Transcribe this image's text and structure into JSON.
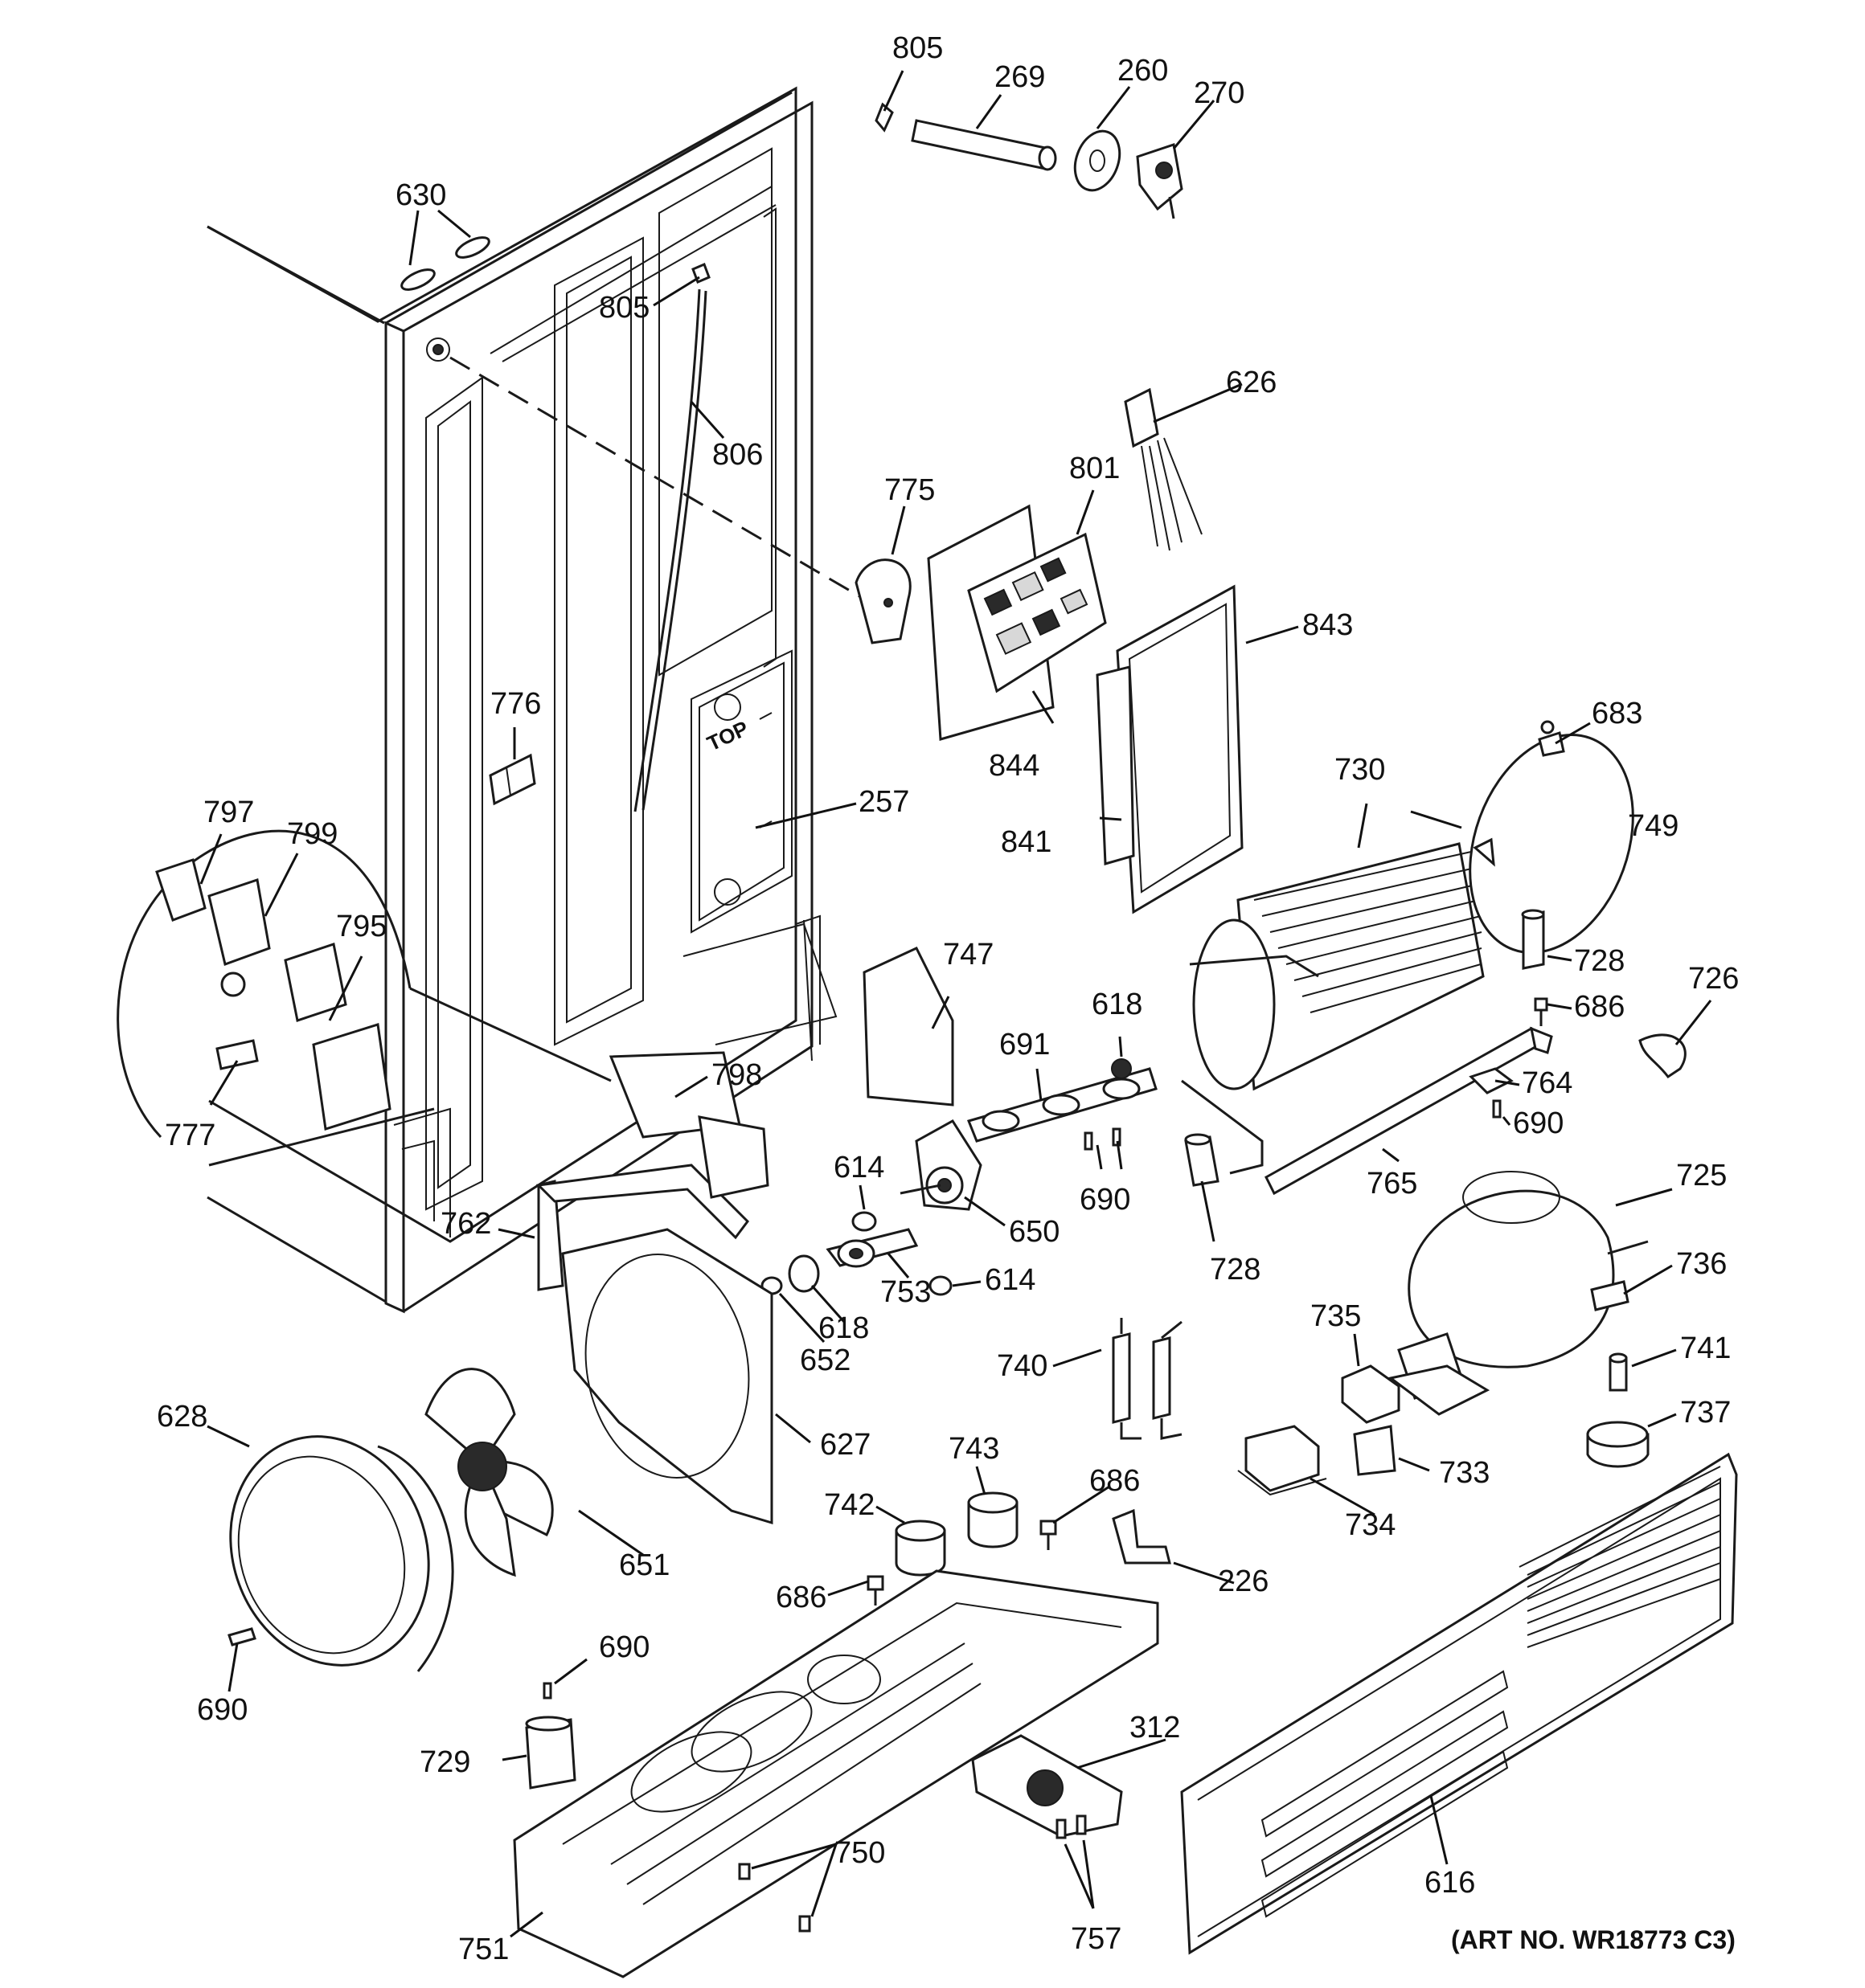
{
  "art_number": "(ART NO. WR18773 C3)",
  "callouts": {
    "c805a": "805",
    "c269": "269",
    "c260": "260",
    "c270": "270",
    "c630": "630",
    "c805b": "805",
    "c626": "626",
    "c806": "806",
    "c775": "775",
    "c801": "801",
    "c843": "843",
    "c776": "776",
    "c844": "844",
    "c683": "683",
    "c257": "257",
    "c730": "730",
    "c797": "797",
    "c799": "799",
    "c749": "749",
    "c841": "841",
    "c795": "795",
    "c747": "747",
    "c728a": "728",
    "c618a": "618",
    "c686a": "686",
    "c726": "726",
    "c691": "691",
    "c798": "798",
    "c764": "764",
    "c777": "777",
    "c690a": "690",
    "c614a": "614",
    "c690b": "690",
    "c765": "765",
    "c725": "725",
    "c762": "762",
    "c650": "650",
    "c614b": "614",
    "c728b": "728",
    "c753": "753",
    "c736": "736",
    "c618b": "618",
    "c735": "735",
    "c652": "652",
    "c741": "741",
    "c740": "740",
    "c628": "628",
    "c627": "627",
    "c737": "737",
    "c743": "743",
    "c733": "733",
    "c742": "742",
    "c686b": "686",
    "c651": "651",
    "c734": "734",
    "c686c": "686",
    "c226": "226",
    "c690c": "690",
    "c690d": "690",
    "c312": "312",
    "c729": "729",
    "c750": "750",
    "c616": "616",
    "c751": "751",
    "c757": "757"
  }
}
